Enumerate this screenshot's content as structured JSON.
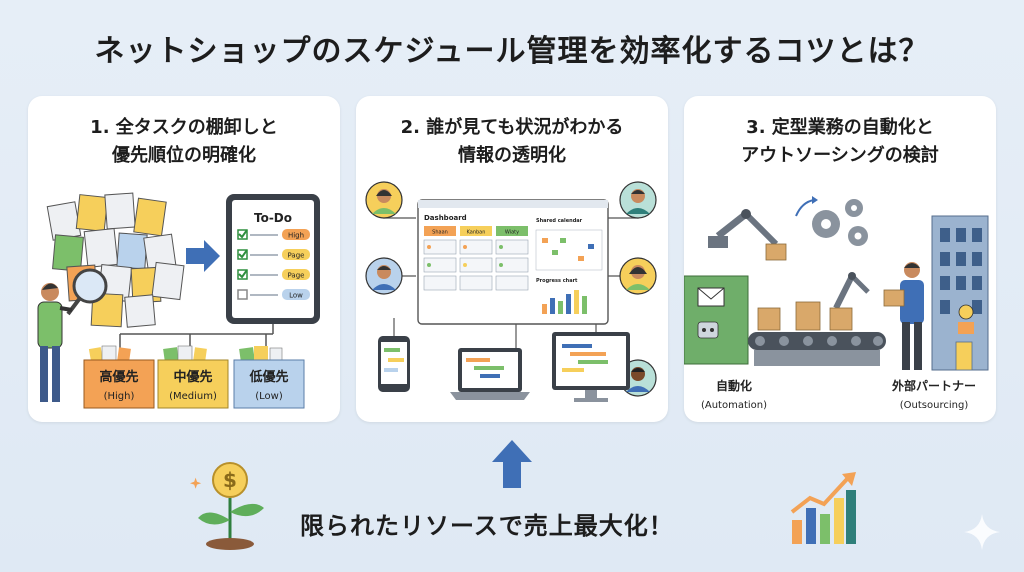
{
  "title": "ネットショップのスケジュール管理を効率化するコツとは？",
  "cards": [
    {
      "title_line1": "1. 全タスクの棚卸しと",
      "title_line2": "優先順位の明確化",
      "todo_title": "To-Do",
      "todo_tags": [
        "High",
        "Page",
        "Page",
        "Low"
      ],
      "boxes": [
        {
          "label": "高優先",
          "sub": "(High)",
          "color": "#f3a255"
        },
        {
          "label": "中優先",
          "sub": "(Medium)",
          "color": "#f6cf5b"
        },
        {
          "label": "低優先",
          "sub": "(Low)",
          "color": "#b9d2ec"
        }
      ]
    },
    {
      "title_line1": "2. 誰が見ても状況がわかる",
      "title_line2": "情報の透明化",
      "dashboard_label": "Dashboard",
      "kanban_cols": [
        "Shaan",
        "Kanban",
        "Wiaty"
      ],
      "calendar_label": "Shared calendar",
      "progress_label": "Progress chart"
    },
    {
      "title_line1": "3. 定型業務の自動化と",
      "title_line2": "アウトソーシングの検討",
      "label_left": "自動化",
      "label_left_sub": "(Automation)",
      "label_right": "外部パートナー",
      "label_right_sub": "(Outsourcing)"
    }
  ],
  "bottom_text": "限られたリソースで売上最大化！",
  "colors": {
    "accent_blue": "#3f6fb6",
    "orange": "#f3a255",
    "yellow": "#f6cf5b",
    "green": "#7cbf6a",
    "teal": "#2f7f7a"
  }
}
